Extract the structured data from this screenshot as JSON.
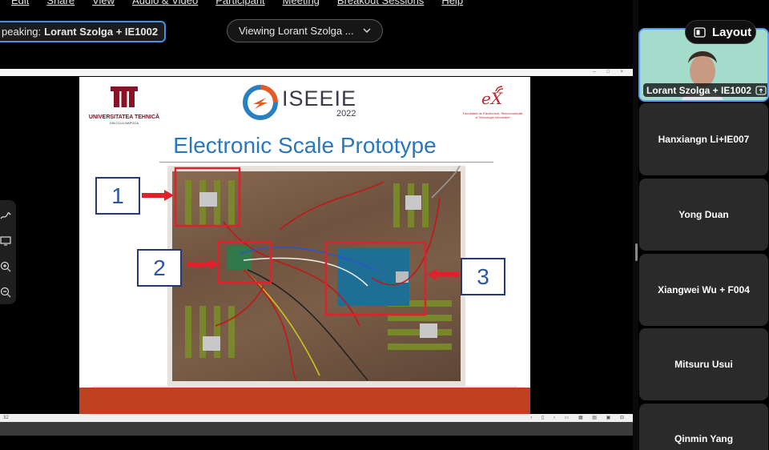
{
  "menu": [
    "Edit",
    "Share",
    "View",
    "Audio & Video",
    "Participant",
    "Meeting",
    "Breakout Sessions",
    "Help"
  ],
  "speaking": {
    "prefix": "peaking:",
    "name": "Lorant Szolga + IE1002"
  },
  "viewing": {
    "label": "Viewing Lorant Szolga ..."
  },
  "layout_button": {
    "label": "Layout"
  },
  "slide": {
    "university_line1": "UNIVERSITATEA TEHNICĂ",
    "university_line2": "DIN CLUJ-NAPOCA",
    "conference": "ISEEIE",
    "conference_year": "2022",
    "faculty_line1": "Facultatea de Electronică, Telecomunicații",
    "faculty_line2": "și Tehnologia Informației",
    "title": "Electronic Scale Prototype",
    "labels": [
      "1",
      "2",
      "3"
    ]
  },
  "statusbar_left": "32",
  "participants": {
    "active": {
      "name": "Lorant Szolga + IE1002"
    },
    "others": [
      "Hanxiangn Li+IE007",
      "Yong Duan",
      "Xiangwei Wu + F004",
      "Mitsuru Usui",
      "Qinmin Yang"
    ]
  },
  "colors": {
    "accent": "#4a90e2",
    "tile": "#2a2a2a",
    "slide_title": "#2877c3",
    "slide_footer": "#c0411f",
    "annotation_red": "#e0202a"
  }
}
